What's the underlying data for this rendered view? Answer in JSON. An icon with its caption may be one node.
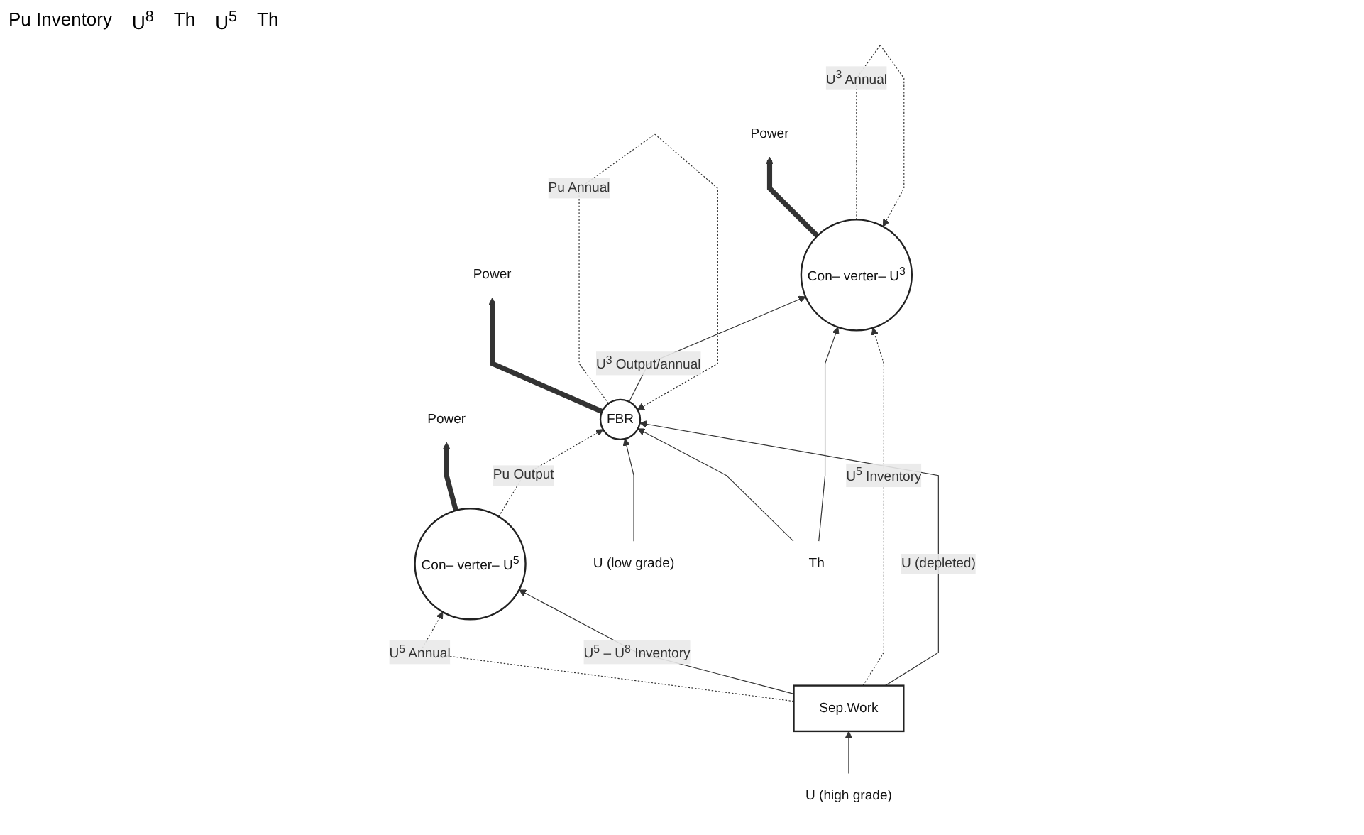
{
  "diagram": {
    "nodes": [
      {
        "text": [
          "Con– verter– U$^{5}$"
        ]
      },
      {
        "text": [
          "FBR"
        ]
      },
      {
        "text": [
          "Con– verter– U$^{3}$"
        ]
      },
      {
        "text": [
          "Power"
        ]
      },
      {
        "text": [
          "Power"
        ]
      },
      {
        "text": [
          "Power"
        ]
      },
      {
        "text": [
          "Sep.Work"
        ]
      },
      {
        "text": [
          "U (high grade)"
        ]
      },
      {
        "text": [
          "U (low grade)"
        ]
      },
      {
        "text": [
          "Th"
        ]
      }
    ],
    "edges": [
      {
        "from": 0,
        "to": 3,
        "arrow": "to",
        "style": "thick"
      },
      {
        "from": 1,
        "to": 4,
        "arrow": "to",
        "style": "thick"
      },
      {
        "from": 2,
        "to": 5,
        "arrow": "to",
        "style": "thick"
      },
      {
        "from": 7,
        "to": 6,
        "arrow": "to"
      },
      {
        "from": 6,
        "to": 0,
        "arrow": "to",
        "label": "U$^{5}$ Annual",
        "style": "dashed"
      },
      {
        "from": 6,
        "to": 0,
        "arrow": "to",
        "label": "U$^{5}$ – U$^{8}$ Inventory"
      },
      {
        "from": 0,
        "to": 1,
        "arrow": "to",
        "label": "Pu Output",
        "style": "dashed"
      },
      {
        "from": 1,
        "to": 1,
        "arrow": "to",
        "label": "Pu Annual",
        "style": "dashed"
      },
      {
        "from": 1,
        "to": 2,
        "arrow": "to",
        "label": "U$^{3}$ Output/annual"
      },
      {
        "from": 2,
        "to": 2,
        "arrow": "to",
        "label": "U$^{3}$ Annual",
        "style": "dashed"
      },
      {
        "from": 6,
        "to": 2,
        "arrow": "to",
        "label": "U$^{5}$ Inventory",
        "style": "dashed"
      },
      {
        "from": 6,
        "to": 1,
        "arrow": "to",
        "label": "U (depleted)"
      },
      {
        "from": 8,
        "to": 1,
        "arrow": "to"
      },
      {
        "from": 9,
        "to": 1,
        "arrow": "to"
      },
      {
        "from": 9,
        "to": 2,
        "arrow": "to"
      }
    ],
    "labels": [
      "Pu Inventory",
      "U$^{8}$",
      "Th",
      "U$^{5}$",
      "Th"
    ]
  }
}
